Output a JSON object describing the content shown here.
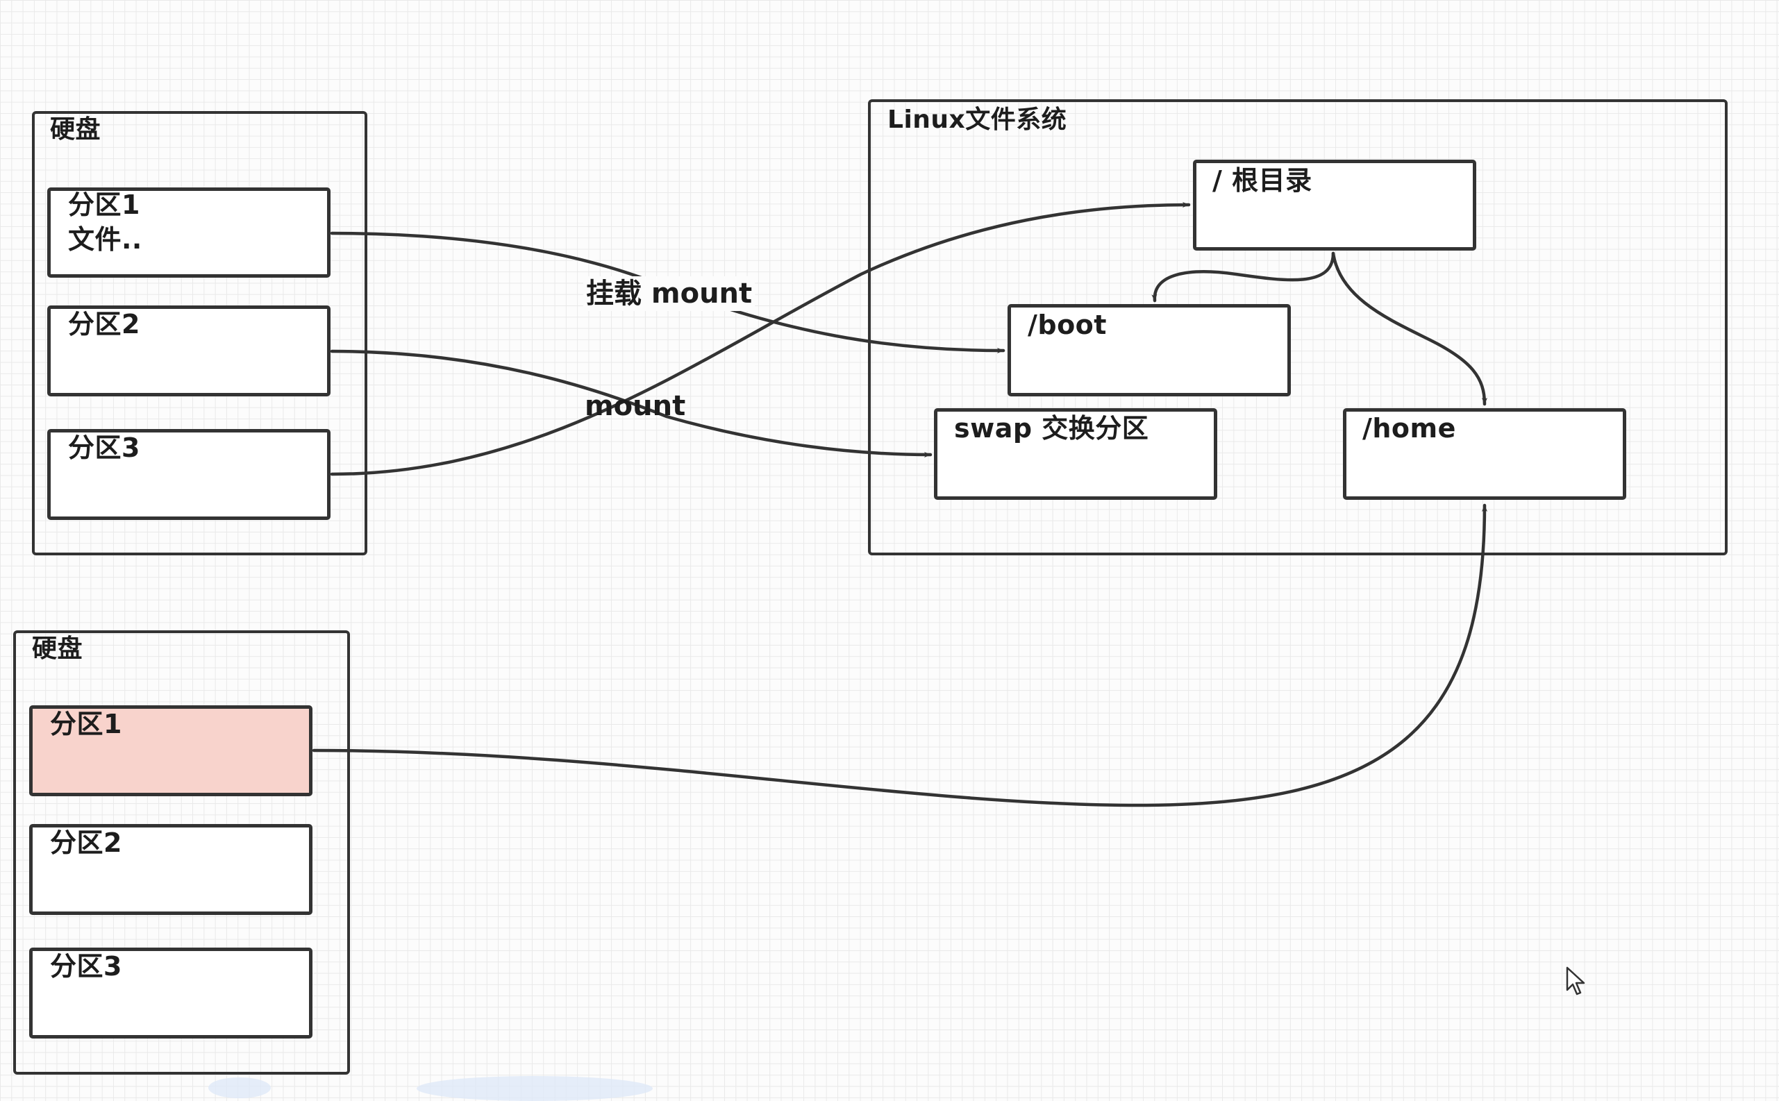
{
  "disk_top": {
    "title": "硬盘",
    "partitions": [
      {
        "label": "分区1\n文件.."
      },
      {
        "label": "分区2"
      },
      {
        "label": "分区3"
      }
    ]
  },
  "disk_bottom": {
    "title": "硬盘",
    "partitions": [
      {
        "label": "分区1"
      },
      {
        "label": "分区2"
      },
      {
        "label": "分区3"
      }
    ]
  },
  "linux_fs": {
    "title": "Linux文件系统",
    "root": "/ 根目录",
    "boot": "/boot",
    "swap": "swap 交换分区",
    "home": "/home"
  },
  "edge_labels": {
    "mount_cn": "挂载 mount",
    "mount": "mount"
  },
  "colors": {
    "stroke": "#333333",
    "highlight": "#f8d3cc",
    "grid": "#e9e9e9"
  }
}
